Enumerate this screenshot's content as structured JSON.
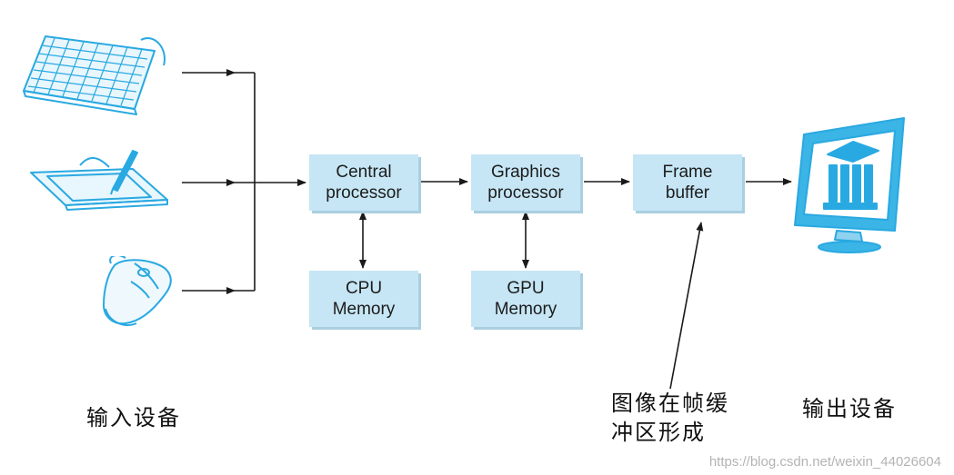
{
  "blocks": {
    "cpu": "Central\nprocessor",
    "gpu": "Graphics\nprocessor",
    "frame_buffer": "Frame\nbuffer",
    "cpu_memory": "CPU\nMemory",
    "gpu_memory": "GPU\nMemory"
  },
  "labels": {
    "input_devices": "输入设备",
    "output_device": "输出设备",
    "frame_annotation_line1": "图像在帧缓",
    "frame_annotation_line2": "冲区形成"
  },
  "watermark": "https://blog.csdn.net/weixin_44026604",
  "icons": [
    "keyboard-icon",
    "graphics-tablet-icon",
    "mouse-icon",
    "monitor-icon"
  ],
  "colors": {
    "block_fill": "#c6e6f5",
    "icon_blue": "#29a9e1",
    "line": "#1a1a1a"
  }
}
